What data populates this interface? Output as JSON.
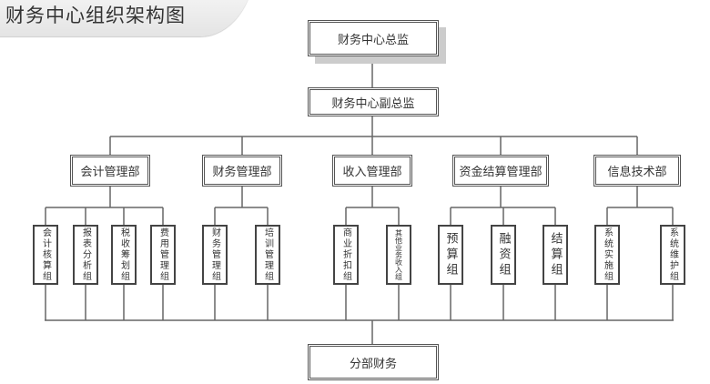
{
  "title": "财务中心组织架构图",
  "director": "财务中心总监",
  "deputy": "财务中心副总监",
  "departments": [
    {
      "name": "会计管理部",
      "groups": [
        "会计核算组",
        "报表分析组",
        "税收筹划组",
        "费用管理组"
      ]
    },
    {
      "name": "财务管理部",
      "groups": [
        "财务管理组",
        "培训管理组"
      ]
    },
    {
      "name": "收入管理部",
      "groups": [
        "商业折扣组",
        "其他业务收入组"
      ]
    },
    {
      "name": "资金结算管理部",
      "groups": [
        "预算组",
        "融资组",
        "结算组"
      ]
    },
    {
      "name": "信息技术部",
      "groups": [
        "系统实施组",
        "系统维护组"
      ]
    }
  ],
  "branch": "分部财务"
}
